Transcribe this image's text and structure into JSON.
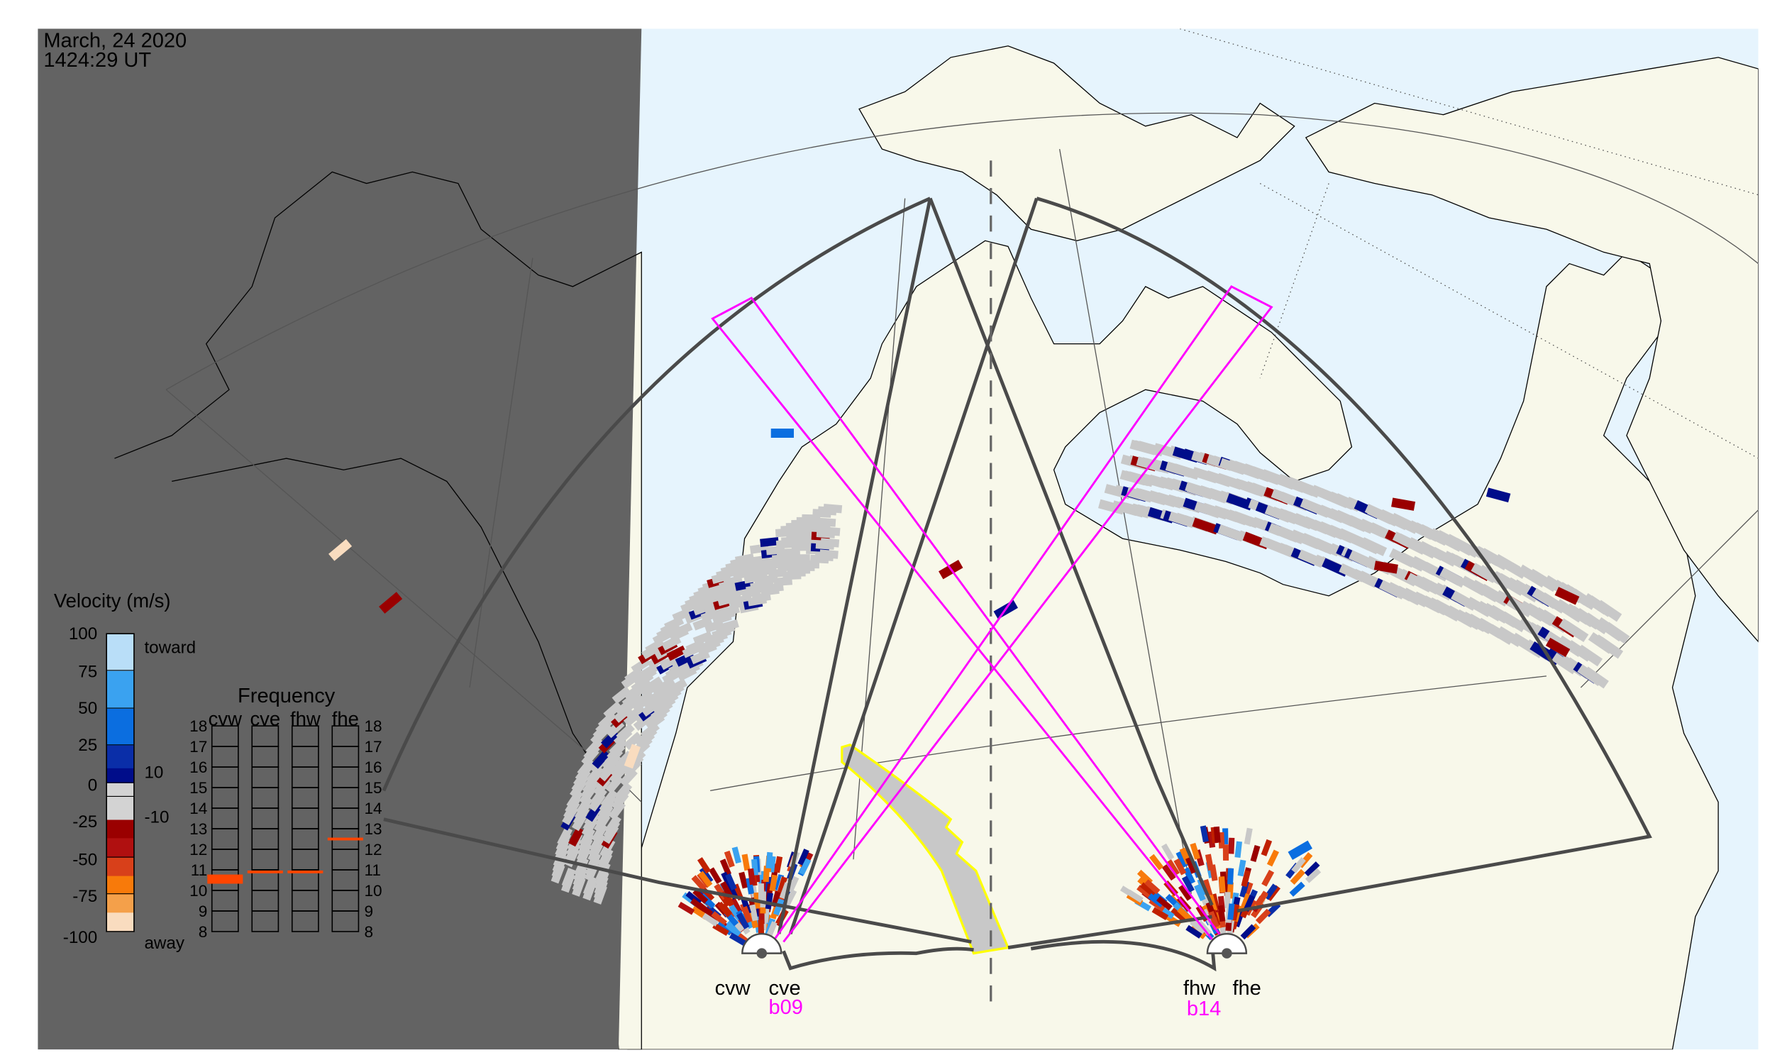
{
  "header": {
    "date": "March, 24 2020",
    "time": "1424:29 UT"
  },
  "velocity_legend": {
    "title": "Velocity (m/s)",
    "ticks": [
      "100",
      "75",
      "50",
      "25",
      "0",
      "-25",
      "-50",
      "-75",
      "-100"
    ],
    "toward_label": "toward",
    "away_label": "away",
    "pos_threshold": "10",
    "neg_threshold": "-10"
  },
  "frequency_panel": {
    "title": "Frequency",
    "radars": [
      {
        "name": "cvw",
        "freq_mhz": 10.55
      },
      {
        "name": "cve",
        "freq_mhz": 10.9
      },
      {
        "name": "fhw",
        "freq_mhz": 10.9
      },
      {
        "name": "fhe",
        "freq_mhz": 12.5
      }
    ],
    "scale": [
      "18",
      "17",
      "16",
      "15",
      "14",
      "13",
      "12",
      "11",
      "10",
      "9",
      "8"
    ],
    "marker_color": "#ff4500"
  },
  "sites": {
    "cv": {
      "west": "cvw",
      "east": "cve",
      "beam": "b09"
    },
    "fh": {
      "west": "fhw",
      "east": "fhe",
      "beam": "b14"
    }
  },
  "colors": {
    "ocean": "#e6f4fd",
    "land": "#f8f8ea",
    "night": "#636363",
    "fan_outline": "#4a4a4a",
    "beam": "#ff00ff",
    "highlight": "#ffff00",
    "ground_scatter": "#c8c8c8",
    "velocity_scale": [
      "#f9dcbf",
      "#f4a04a",
      "#f87a0a",
      "#d8401a",
      "#b01010",
      "#9a0000",
      "#d3d3d3",
      "#d3d3d3",
      "#000d8a",
      "#0a2ea8",
      "#0b6ee0",
      "#3aa2f0",
      "#b9def8"
    ]
  }
}
